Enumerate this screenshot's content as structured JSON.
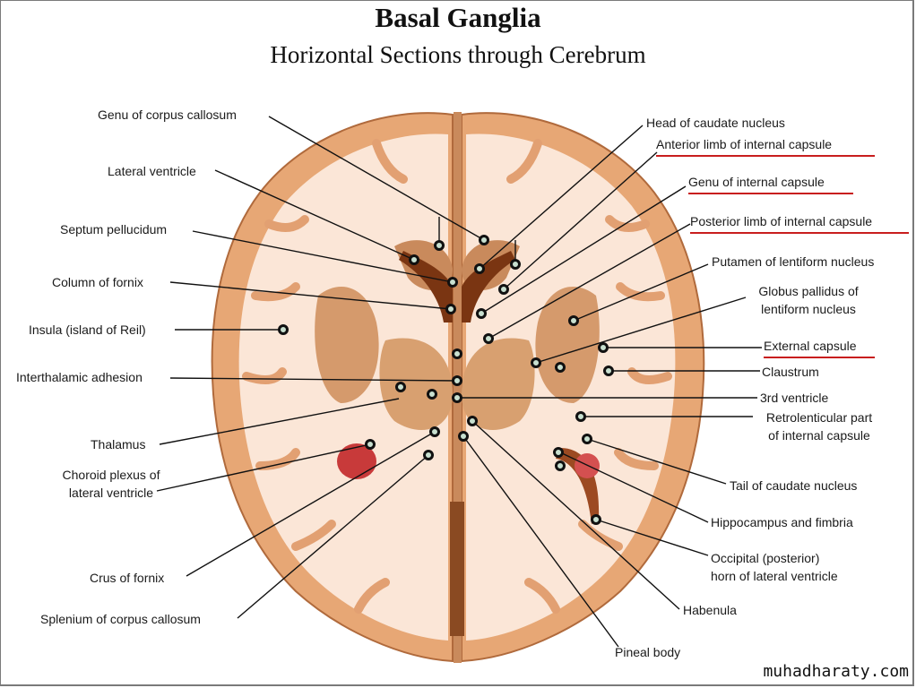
{
  "title": "Basal Ganglia",
  "subtitle": "Horizontal Sections through Cerebrum",
  "colors": {
    "cortex": "#e7a775",
    "white_matter": "#fbe6d7",
    "deep_gray": "#c98a5c",
    "ventricle": "#7a3512",
    "choroid": "#c83a3a",
    "underline": "#c81e1e",
    "leader": "#111111"
  },
  "labels": {
    "left": [
      {
        "id": "genu-corpus-callosum",
        "text": "Genu of corpus callosum"
      },
      {
        "id": "lateral-ventricle",
        "text": "Lateral ventricle"
      },
      {
        "id": "septum-pellucidum",
        "text": "Septum pellucidum"
      },
      {
        "id": "column-fornix",
        "text": "Column of fornix"
      },
      {
        "id": "insula",
        "text": "Insula (island of Reil)"
      },
      {
        "id": "interthalamic-adhesion",
        "text": "Interthalamic adhesion"
      },
      {
        "id": "thalamus",
        "text": "Thalamus"
      },
      {
        "id": "choroid-plexus",
        "text": "Choroid plexus of",
        "text2": "lateral ventricle"
      },
      {
        "id": "crus-fornix",
        "text": "Crus of fornix"
      },
      {
        "id": "splenium",
        "text": "Splenium of corpus callosum"
      }
    ],
    "right": [
      {
        "id": "head-caudate",
        "text": "Head of caudate nucleus",
        "underlined": false
      },
      {
        "id": "anterior-limb",
        "text": "Anterior limb of internal capsule",
        "underlined": true
      },
      {
        "id": "genu-internal-capsule",
        "text": "Genu of internal capsule",
        "underlined": true
      },
      {
        "id": "posterior-limb",
        "text": "Posterior limb of internal capsule",
        "underlined": true
      },
      {
        "id": "putamen",
        "text": "Putamen of lentiform nucleus",
        "underlined": false
      },
      {
        "id": "globus-pallidus",
        "text": "Globus pallidus of",
        "text2": "lentiform nucleus",
        "underlined": false
      },
      {
        "id": "external-capsule",
        "text": "External capsule",
        "underlined": true
      },
      {
        "id": "claustrum",
        "text": "Claustrum",
        "underlined": false
      },
      {
        "id": "third-ventricle",
        "text": "3rd ventricle",
        "underlined": false
      },
      {
        "id": "retrolenticular",
        "text": "Retrolenticular part",
        "text2": "of internal capsule",
        "underlined": false
      },
      {
        "id": "tail-caudate",
        "text": "Tail of caudate nucleus",
        "underlined": false
      },
      {
        "id": "hippocampus",
        "text": "Hippocampus and fimbria",
        "underlined": false
      },
      {
        "id": "occipital-horn",
        "text": "Occipital (posterior)",
        "text2": "horn of lateral ventricle",
        "underlined": false
      },
      {
        "id": "habenula",
        "text": "Habenula",
        "underlined": false
      },
      {
        "id": "pineal-body",
        "text": "Pineal body",
        "underlined": false
      }
    ]
  },
  "watermark": "muhadharaty.com"
}
